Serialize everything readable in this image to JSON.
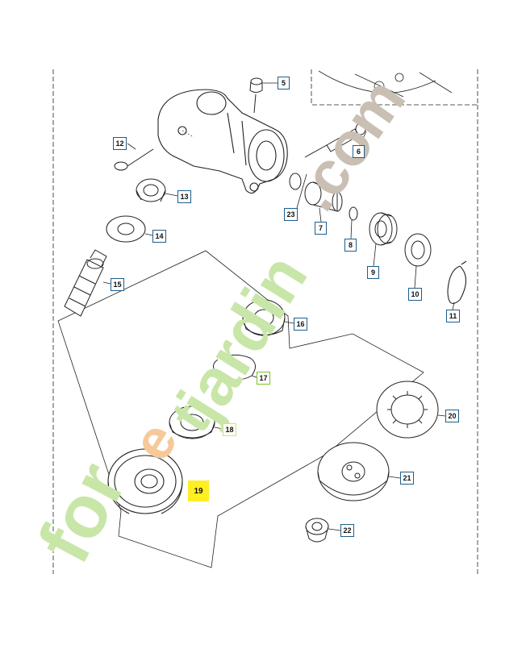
{
  "callouts": {
    "c5": "5",
    "c6": "6",
    "c7": "7",
    "c8": "8",
    "c9": "9",
    "c10": "10",
    "c11": "11",
    "c12": "12",
    "c13": "13",
    "c14": "14",
    "c15": "15",
    "c16": "16",
    "c17": "17",
    "c18": "18",
    "c19": "19",
    "c20": "20",
    "c21": "21",
    "c22": "22",
    "c23": "23"
  },
  "watermark": {
    "part1": "for",
    "part2": "e",
    "part3": "t",
    "part4": "jardin",
    "part5": ".com"
  },
  "colors": {
    "line": "#222222",
    "callout_border": "#1e5e8c",
    "highlight": "#ffee22",
    "wm_green": "#c8e6a8",
    "wm_orange": "#f6c99a",
    "wm_gray": "#c9bfb3"
  }
}
